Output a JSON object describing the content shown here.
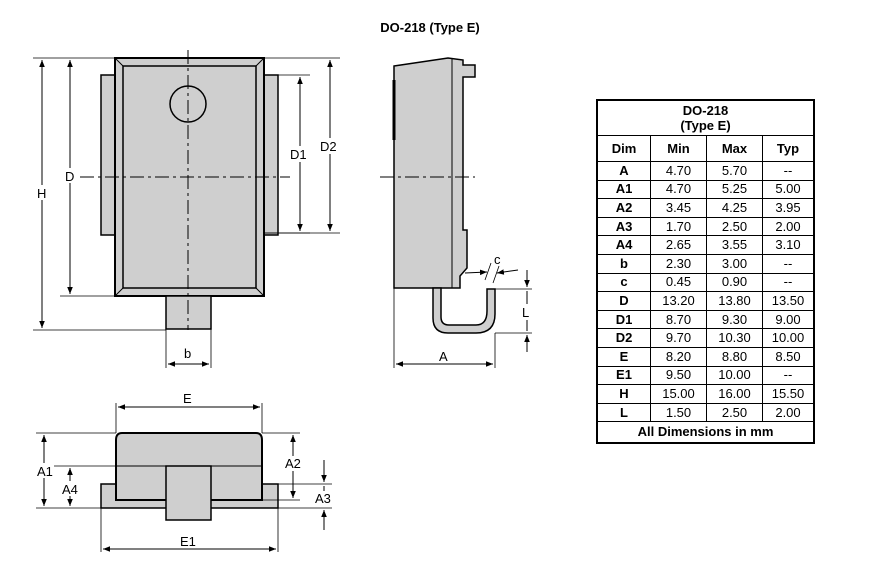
{
  "title": "DO-218 (Type E)",
  "labels": {
    "H": "H",
    "D": "D",
    "D1": "D1",
    "D2": "D2",
    "b": "b",
    "A": "A",
    "c": "c",
    "L": "L",
    "E": "E",
    "E1": "E1",
    "A1": "A1",
    "A4": "A4",
    "A2": "A2",
    "A3": "A3"
  },
  "table": {
    "header_line1": "DO-218",
    "header_line2": "(Type E)",
    "columns": [
      "Dim",
      "Min",
      "Max",
      "Typ"
    ],
    "rows": [
      [
        "A",
        "4.70",
        "5.70",
        "--"
      ],
      [
        "A1",
        "4.70",
        "5.25",
        "5.00"
      ],
      [
        "A2",
        "3.45",
        "4.25",
        "3.95"
      ],
      [
        "A3",
        "1.70",
        "2.50",
        "2.00"
      ],
      [
        "A4",
        "2.65",
        "3.55",
        "3.10"
      ],
      [
        "b",
        "2.30",
        "3.00",
        "--"
      ],
      [
        "c",
        "0.45",
        "0.90",
        "--"
      ],
      [
        "D",
        "13.20",
        "13.80",
        "13.50"
      ],
      [
        "D1",
        "8.70",
        "9.30",
        "9.00"
      ],
      [
        "D2",
        "9.70",
        "10.30",
        "10.00"
      ],
      [
        "E",
        "8.20",
        "8.80",
        "8.50"
      ],
      [
        "E1",
        "9.50",
        "10.00",
        "--"
      ],
      [
        "H",
        "15.00",
        "16.00",
        "15.50"
      ],
      [
        "L",
        "1.50",
        "2.50",
        "2.00"
      ]
    ],
    "footer": "All Dimensions in mm"
  }
}
